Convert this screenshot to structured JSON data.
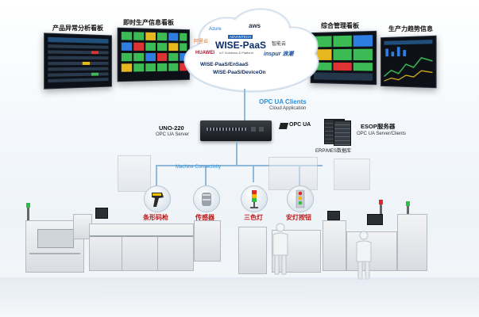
{
  "dashboards": [
    {
      "title": "产品异常分析看板"
    },
    {
      "title": "即时生产信息看板"
    },
    {
      "title": "综合管理看板"
    },
    {
      "title": "生产力趋势信息"
    }
  ],
  "cloud": {
    "logos": [
      "Azure",
      "aws",
      "阿里云",
      "WISE-PaaS",
      "智能云",
      "HUAWEI",
      "inspur 浪潮",
      "WISE-PaaS/EnSaaS",
      "WISE-PaaS/DeviceOn"
    ],
    "wise_badge": "ADVANTECH",
    "wise_sub": "IoT Solutions & Platform"
  },
  "opc_clients": {
    "title": "OPC UA Clients",
    "subtitle": "Cloud Application"
  },
  "uno": {
    "title": "UNO-220",
    "subtitle": "OPC UA Server"
  },
  "opc_logo": "OPC UA",
  "esop": {
    "title": "ESOP服务器",
    "subtitle": "OPC UA Server/Clients"
  },
  "erp": {
    "label": "ERP/MES数据库"
  },
  "machine_connectivity": "Machine Connectivity",
  "devices": [
    {
      "label": "条形码枪",
      "icon": "barcode-scanner-icon"
    },
    {
      "label": "传感器",
      "icon": "sensor-icon"
    },
    {
      "label": "三色灯",
      "icon": "tower-light-icon"
    },
    {
      "label": "安灯按钮",
      "icon": "andon-button-icon"
    }
  ],
  "colors": {
    "accent_blue": "#2c8fd6",
    "device_red": "#c01818"
  }
}
